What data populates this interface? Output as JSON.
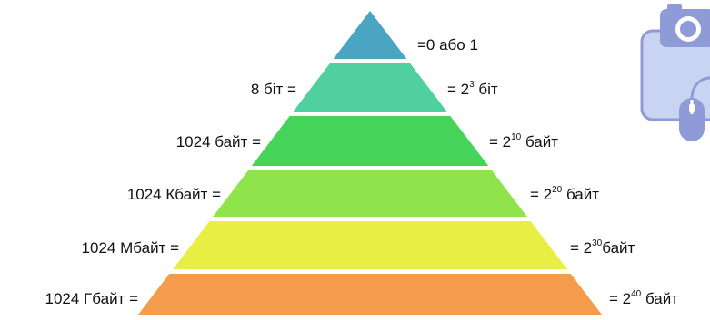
{
  "levels": [
    {
      "left": "",
      "right_pre": "=0 або 1",
      "exp": "",
      "right_post": "",
      "color": "#4aa5c2"
    },
    {
      "left": "8 біт =",
      "right_pre": "= 2",
      "exp": "3",
      "right_post": " біт",
      "color": "#4fd09e"
    },
    {
      "left": "1024 байт =",
      "right_pre": "= 2",
      "exp": "10",
      "right_post": " байт",
      "color": "#46d35a"
    },
    {
      "left": "1024 Кбайт =",
      "right_pre": "= 2",
      "exp": "20",
      "right_post": " байт",
      "color": "#8ee44a"
    },
    {
      "left": "1024 Мбайт =",
      "right_pre": "= 2",
      "exp": "30",
      "right_post": "байт",
      "color": "#e9ee45"
    },
    {
      "left": "1024 Гбайт =",
      "right_pre": "= 2",
      "exp": "40",
      "right_post": " байт",
      "color": "#f59c4c"
    }
  ],
  "decoration": {
    "icons": [
      "camera-icon",
      "mouse-icon"
    ],
    "panel_color": "#c9d3f2",
    "icon_color": "#8f9bd6"
  }
}
